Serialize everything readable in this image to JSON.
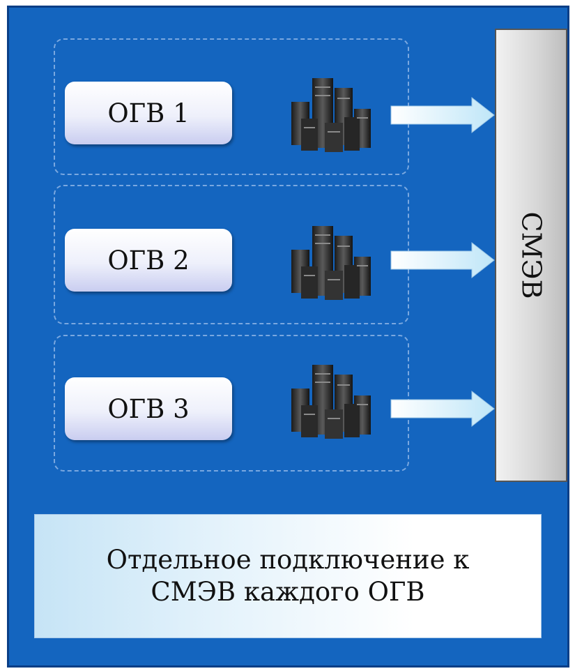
{
  "diagram": {
    "groups": [
      {
        "label": "ОГВ 1",
        "server_icon": "server-cluster-icon",
        "arrow_icon": "arrow-right-icon"
      },
      {
        "label": "ОГВ 2",
        "server_icon": "server-cluster-icon",
        "arrow_icon": "arrow-right-icon"
      },
      {
        "label": "ОГВ 3",
        "server_icon": "server-cluster-icon",
        "arrow_icon": "arrow-right-icon"
      }
    ],
    "smev_label": "СМЭВ",
    "note_line_1": "Отдельное подключение к",
    "note_line_2": "СМЭВ каждого ОГВ"
  },
  "colors": {
    "background": "#1465bf",
    "frame_border": "#0a3e86",
    "group_border": "#7aa8e0",
    "smev_bar": "#d6d6d6"
  }
}
